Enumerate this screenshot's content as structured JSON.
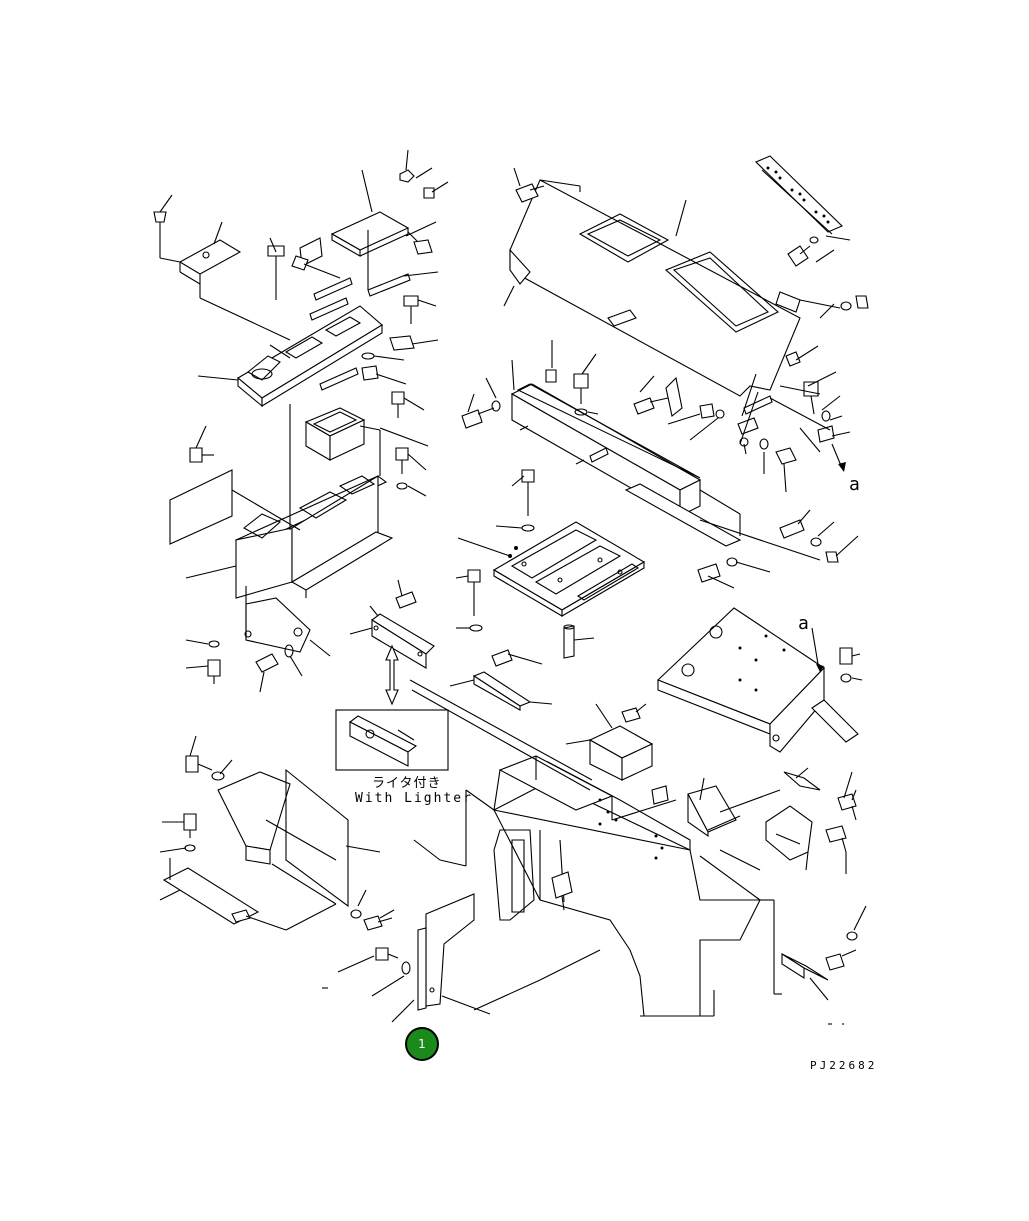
{
  "drawing_number": "PJ22682",
  "notes": {
    "lighter_jp": "ライタ付き",
    "lighter_en": "With Lighter"
  },
  "ref_labels": {
    "a_arrow": "a",
    "a_target": "a"
  },
  "marker": {
    "label": "1",
    "color": "#1a8a1a"
  }
}
